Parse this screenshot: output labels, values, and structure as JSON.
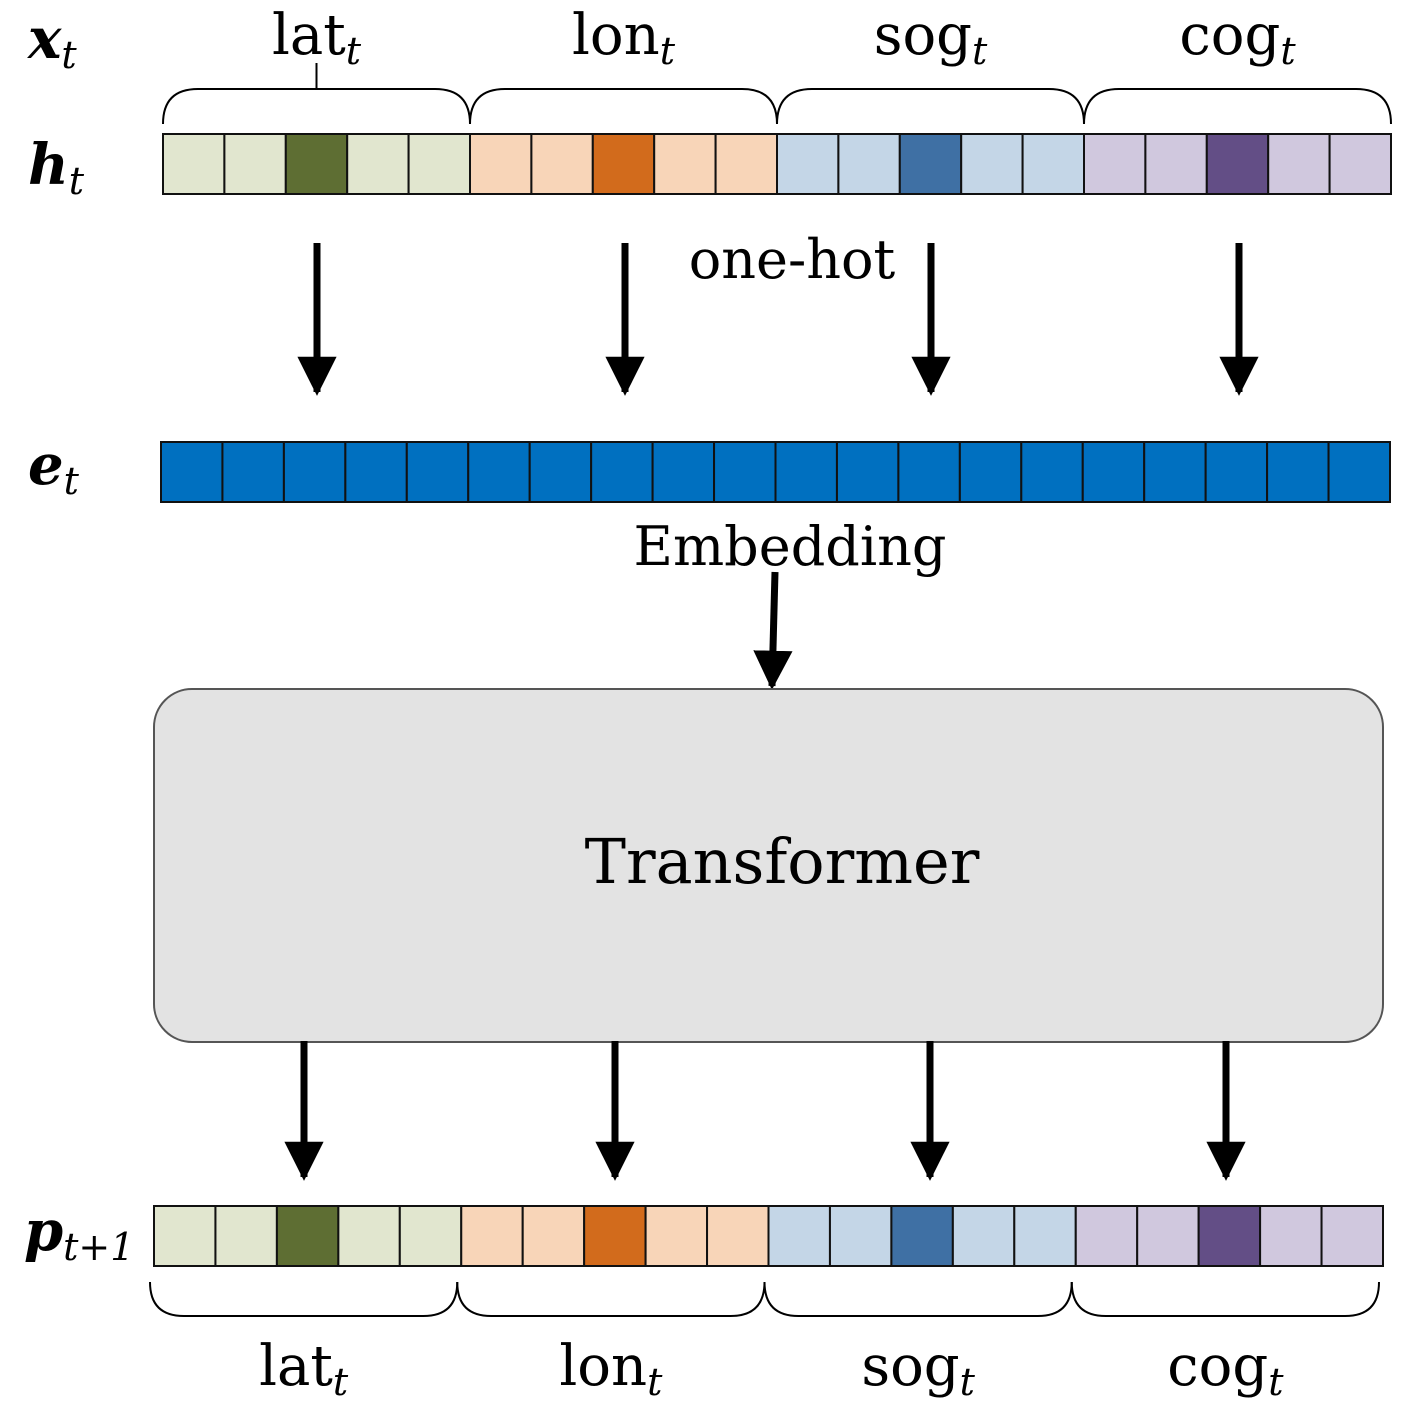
{
  "rows": {
    "x": {
      "symbol": "x",
      "subscript": "t"
    },
    "h": {
      "symbol": "h",
      "subscript": "t"
    },
    "e": {
      "symbol": "e",
      "subscript": "t"
    },
    "p": {
      "symbol": "p",
      "subscript": "t+1"
    }
  },
  "groups": [
    {
      "name": "lat",
      "subscript": "t",
      "light": "#e1e6cf",
      "dark": "#5e6e33",
      "hot_index": 2
    },
    {
      "name": "lon",
      "subscript": "t",
      "light": "#f8d5b8",
      "dark": "#d26b1c",
      "hot_index": 2
    },
    {
      "name": "sog",
      "subscript": "t",
      "light": "#c4d6e7",
      "dark": "#3f70a4",
      "hot_index": 2
    },
    {
      "name": "cog",
      "subscript": "t",
      "light": "#d0c8de",
      "dark": "#634e86",
      "hot_index": 2
    }
  ],
  "cells_per_group": 5,
  "embedding_cells": 20,
  "embedding_color": "#0070c0",
  "labels": {
    "one_hot": "one-hot",
    "embedding": "Embedding",
    "transformer": "Transformer"
  }
}
